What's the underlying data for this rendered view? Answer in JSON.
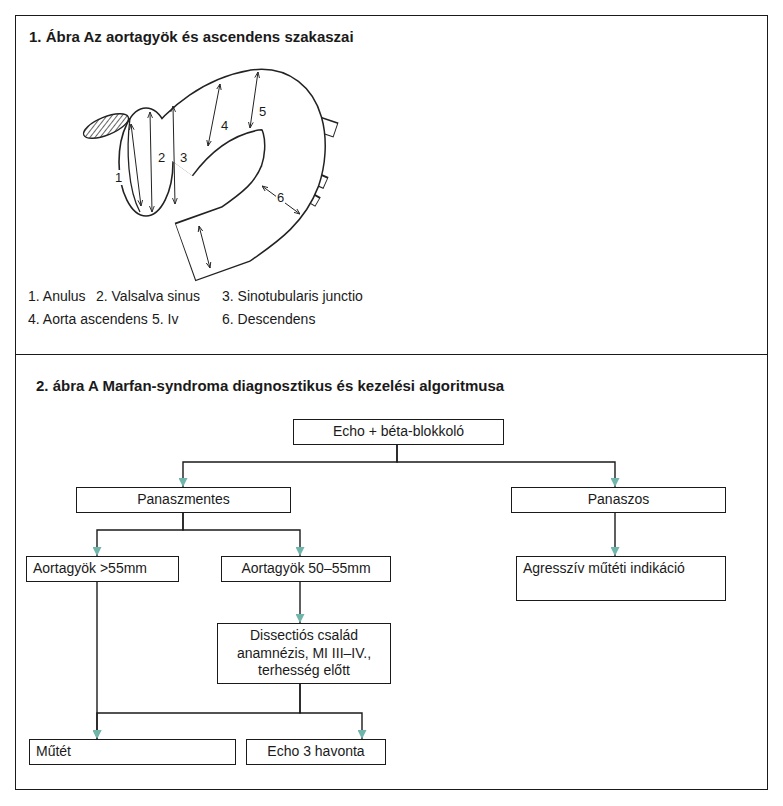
{
  "diagram": {
    "nodes": [
      {
        "text": [
          "1. Ábra Az aortagyök és ascendens szakaszai"
        ]
      },
      {
        "text": [
          "2. ábra A Marfan-syndroma diagnosztikus és kezelési algoritmusa"
        ]
      },
      {
        "text": [
          "Echo + béta-blokkoló"
        ],
        "in": 1
      },
      {
        "text": [
          "Panaszmentes"
        ],
        "in": 1
      },
      {
        "text": [
          "Panaszos"
        ],
        "in": 1
      },
      {
        "text": [
          "Aortagyök >55mm"
        ],
        "in": 1
      },
      {
        "text": [
          "Aortagyök 50–55mm"
        ],
        "in": 1
      },
      {
        "text": [
          "Agresszív műtéti indikáció"
        ],
        "in": 1
      },
      {
        "text": [
          "Dissectiós család anamnézis, MI III–IV., terhesség előtt"
        ],
        "in": 1
      },
      {
        "text": [
          "Műtét"
        ],
        "in": 1
      },
      {
        "text": [
          "Echo 3 havonta"
        ],
        "in": 1
      }
    ],
    "edges": [
      {
        "from": 2,
        "to": 3,
        "arrow": "to"
      },
      {
        "from": 2,
        "to": 4,
        "arrow": "to"
      },
      {
        "from": 3,
        "to": 5,
        "arrow": "to"
      },
      {
        "from": 3,
        "to": 6,
        "arrow": "to"
      },
      {
        "from": 4,
        "to": 7,
        "arrow": "to"
      },
      {
        "from": 6,
        "to": 8,
        "arrow": "to"
      },
      {
        "from": 5,
        "to": 9,
        "arrow": "to"
      },
      {
        "from": 8,
        "to": 9,
        "arrow": "to"
      },
      {
        "from": 8,
        "to": 10,
        "arrow": "to"
      }
    ],
    "labels": [
      "1",
      "2",
      "3",
      "4",
      "5",
      "6",
      "1. Anulus",
      "2. Valsalva sinus",
      "3. Sinotubularis junctio",
      "4. Aorta ascendens",
      "5. Iv",
      "6. Descendens"
    ]
  }
}
